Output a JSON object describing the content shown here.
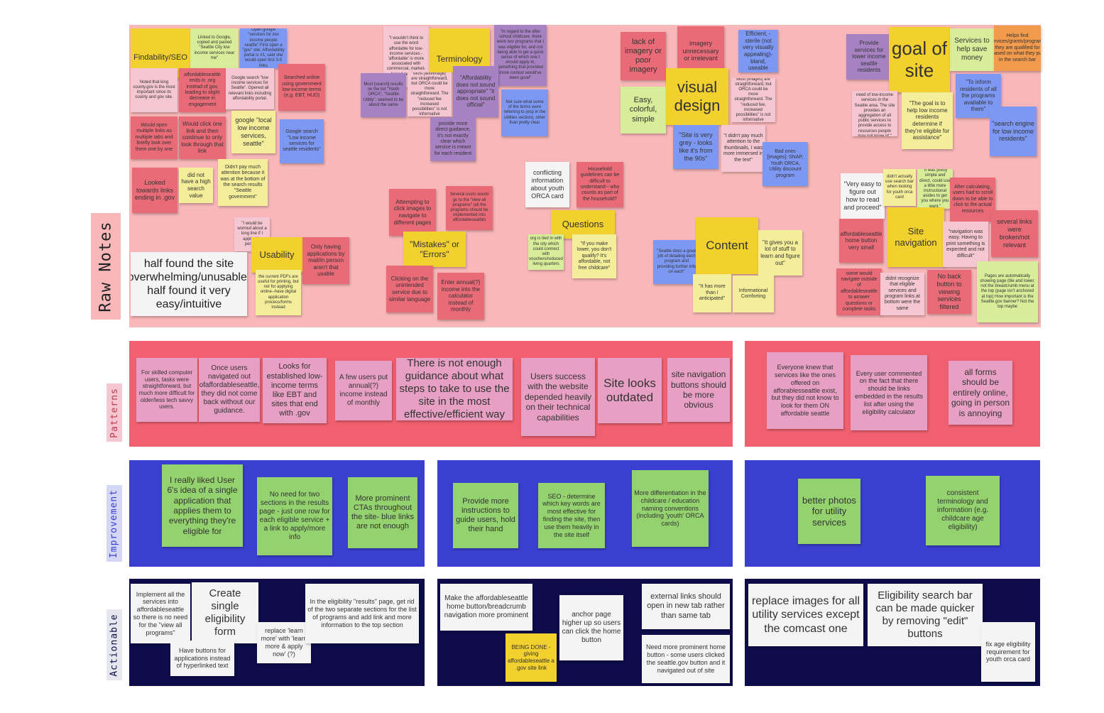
{
  "rows": {
    "raw_notes": "Raw Notes",
    "patterns": "Patterns",
    "improvement": "Improvement",
    "actionable": "Actionable"
  },
  "colors": {
    "raw_bg": "#f8b7b9",
    "patterns_bg": "#f0606f",
    "improvement_bg": "#3a3fd0",
    "actionable_bg": "#0e0c4a"
  },
  "raw": {
    "findability": "Findability/SEO",
    "linked_google": "Linked to Google, copied and pasted \"Seattle City low income services near me\"",
    "open_google": "Open google \"services for low income people seattle\" First open a \"gov\" site. Affordability portal is #1, said she would open first 3-5 links",
    "noted_king": "Noted that king county.gov is the most important since its county and gov site.",
    "affordable_ends": "affordableseattle ends in .org instead of gov, leading to slight decrease in engagement",
    "google_search_low": "Google search \"low income services for Seattle\". Opened all relevant links including affordability portal.",
    "searched_online": "Searched online using government low-income terms (e.g. EBT, HUD)",
    "would_open_multiple": "Would open multiple links as multiple tabs and briefly look over them one by one",
    "would_click_one": "Would click one link and then continue to only look through that link",
    "google_local": "google \"local low income services, seattle\"",
    "google_search_services": "Google search \"Low income services for seattle residents\"",
    "looked_towards": "Looked towards links ending in .gov",
    "did_not_have": "did not have a high search value",
    "didnt_pay": "Didn't pay much attention because it was at the bottom of the search results \"Seattle government\"",
    "worried": "\"I would be worried about a long line if I applied in person\"",
    "usability": "Usability",
    "only_having": "Only having applications by mail/in person aren't that usable",
    "current_pdfs": "the current PDFs are useful for printing, but not for applying online--have digital application process/forms instead",
    "half_found": "half found the site overwhelming/unusable, half found it very easy/intuitive",
    "wouldnt_think": "\"I wouldn't think to use the word affordable for low-income services - 'affordable' is more associated with commercial, market-based services\"",
    "terminology": "Terminology",
    "in_regard": "\"In regard to the after school childcare, there were two programs that I was eligible for, and not being able to get a quick sense of which one I should apply to, something that provided more context would've been good\"",
    "most_results": "Most [search] results on the list \"Youth ORCA\", \"Seattle Utility\", seemed to be about the same",
    "most_imagery": "Most [text/image] are straightforward, but ORCA could be more straightforward. The \"reduced fee increased possibilities\" is not informative",
    "affordability_not_sound": "\"Affordability does not sound appropriate\" \"it does not sound official\"",
    "not_sure": "Not sure what some of the terms were referring to (esp in the utilities section), other than pretty clear",
    "provide_more_direct": "provide more direct guidance, it's not exactly clear which service is meant for each resident",
    "attempting": "Attempting to click images to navigate to different pages",
    "several_users": "Several users would go to the \"view all programs\" (all the programs should be implemented into affordableseattle)",
    "mistakes": "\"Mistakes\" or \"Errors\"",
    "clicking_on": "Clicking on the unintended service due to similar language",
    "enter_annual": "Enter annual(?) income into the calculator instead of monthly",
    "conflicting": "conflicting information about youth ORCA card",
    "household": "Household guidelines can be difficult to understand-- who counts as part of the household?",
    "questions": "Questions",
    "org_tied": "org is tied in with the city which could connect with vouchers/reduced living quarters",
    "if_you_make": "\"If you make lower, you don't qualify? It's affordable, not free childcare\"",
    "lack_imagery": "lack of imagery or poor imagery",
    "imagery_unnecessary": "imagery unnecessary or irrelevant",
    "efficient": "Efficient, - sterile (not very visually appealing)- bland, useable",
    "easy_colorful": "Easy, colorful, simple",
    "visual_design": "visual design",
    "most_images": "Most [images] are straightforward, but ORCA could be more straightforward. The \"reduced fee, increased possibilities\" is not informative",
    "site_grey": "\"Site is very grey - looks like it's from the 90s\"",
    "didnt_pay_thumbs": "\"I didn't pay much attention to the thumbnails, I was more immersed in the text\"",
    "bad_ones": "Bad ones [images]: SNAP, Youth ORCA, Utility discount program",
    "seattle_does": "\"Seattle does a great job of detailing each program and providing further info on each\"",
    "content": "Content",
    "it_gives": "\"It gives you a lot of stuff to learn and figure out\"",
    "it_has_more": "\"It has more than I anticipated\"",
    "informational": "Informational Comforting",
    "provide_services": "Provide services for lower income seattle residents",
    "goal_of_site": "goal of site",
    "services_help": "Services to help save money",
    "helps_find": "Helps find services/grants/programs they are qualified for based on what they put in the search bar",
    "to_inform_those": "\"To inform those in need of low-income services in the Seattle area. The site provides an aggregation of all public services to provide access to resources people may not know of.\"",
    "goal_is_help": "\"The goal is to help low income residents determine if they're eligible for assistance\"",
    "to_inform_residents": "\"To inform residents of all the programs available to them\"",
    "search_engine": "\"search engine for low income residents\"",
    "very_easy": "\"Very easy to figure out how to read and proceed\"",
    "didnt_actually": "didn't actually use search bar when looking for youth orca card",
    "it_was_pretty": "\"It was pretty simple and direct, could use a little more instructional asides to get you where you want.\"",
    "after_calculating": "After calculating, users had to scroll down to be able to click to the actual resources",
    "affordable_home": "affordableseattle home button very small",
    "site_navigation": "Site navigation",
    "navigation_easy": "\"navigation was easy. Having to print something is expected and not difficult\"",
    "several_links": "several links were broken/not relevant",
    "some_would": "some would navigate outside of affordableseattle to answer questions or complete tasks",
    "didnt_recognize": "didnt recognize that eligible services and program links at bottom were the same",
    "no_back": "No back button to viewing services filtered",
    "pages_auto": "Pages are automatically showing page (tile and lower, not the breadcrumb menu at the top (page isn't anchored at top) How important is the Seattle.gov banner? Not the top maybe"
  },
  "patterns": {
    "skilled": "For skilled computer users, tasks were straightforward, but much more difficult for older/less tech savvy users.",
    "once_users": "Once users navigated out ofaffordableseattle, they did not come back without our guidance.",
    "looks_for": "Looks for established low-income terms like EBT and sites that end with .gov",
    "a_few": "A few users put annual(?) income instead of monthly",
    "not_enough": "There is not enough guidance about what steps to take to use the site in the most effective/efficient way",
    "users_success": "Users success with the website depended heavily on their technical capabilities",
    "site_looks": "Site looks outdated",
    "site_nav_buttons": "site navigation buttons should be more obvious",
    "everyone_knew": "Everyone knew that services like the ones offered on afforablesseattle exist, but they did not know to look for them ON affordable seattle",
    "every_user": "Every user commented on the fact that there should be links embedded in the results list after using the eligibility calculator",
    "all_forms": "all forms should be entirely online, going in person is annoying"
  },
  "improvement": {
    "really_liked": "I really liked User 6's idea of a single application that applies them to everything they're eligible for",
    "no_need": "No need for two sections in the results page - just one row for each eligible service + a link to apply/more info",
    "more_ctas": "More prominent CTAs throughout the site- blue links are not enough",
    "provide_instructions": "Provide more instructions to guide users, hold their hand",
    "seo_determine": "SEO - determine which key words are most effective for finding the site, then use them heavily in the site itself",
    "more_diff": "More differentiation in the childcare / education naming conventions (including 'youth' ORCA cards)",
    "better_photos": "better photos for utility services",
    "consistent": "consistent terminology and information (e.g. childcare age eligibility)"
  },
  "actionable": {
    "implement_all": "Implement all the services into affordableseattle so there is no need for the \"view all programs\"",
    "create_single": "Create single eligibility form",
    "have_buttons": "Have buttons for applications instead of hyperlinked text",
    "replace_learn": "replace 'learn more' with 'learn more & apply now' (?)",
    "in_eligibility": "In the eligibility \"results\" page, get rid of the two separate sections for the list of programs and add link and more information to the top section",
    "make_home": "Make the affordableseattle home button/breadcrumb navigation more prominent",
    "anchor_page": "anchor page higher up so users can click the home button",
    "being_done": "BEING DONE - giving affordableseattle a .gov site link",
    "external_links": "external links should open in new tab rather than same tab",
    "need_more_home": "Need more prominent home button - some users clicked the seattle.gov button and it navigated out of site",
    "replace_images": "replace images for all utility services except the comcast one",
    "eligibility_search": "Eligibility search bar can be made quicker by removing \"edit\" buttons",
    "fix_age": "fix age eligibility requirement for youth orca card"
  }
}
